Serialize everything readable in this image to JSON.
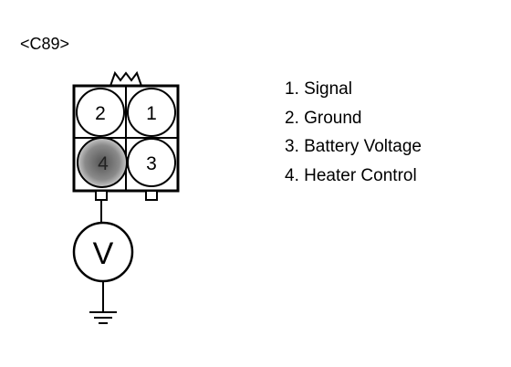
{
  "connector": {
    "id": "<C89>"
  },
  "pins": [
    {
      "number": "1",
      "name": "1. Signal"
    },
    {
      "number": "2",
      "name": "2. Ground"
    },
    {
      "number": "3",
      "name": "3. Battery Voltage"
    },
    {
      "number": "4",
      "name": "4. Heater Control"
    }
  ],
  "meter": {
    "symbol": "V"
  }
}
